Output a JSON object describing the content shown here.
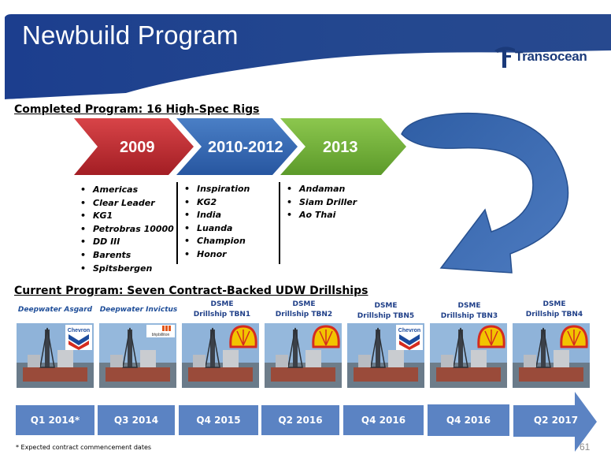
{
  "header": {
    "title": "Newbuild Program",
    "logo_text": "Transocean",
    "logo_icon": "transocean-t-icon"
  },
  "completed": {
    "section_title": "Completed Program: 16 High-Spec Rigs",
    "phases": [
      {
        "label": "2009",
        "color": "#c0272d",
        "rigs": [
          "Americas",
          "Clear Leader",
          "KG1",
          "Petrobras 10000",
          "DD III",
          "Barents",
          "Spitsbergen"
        ]
      },
      {
        "label": "2010-2012",
        "color": "#2f67b3",
        "rigs": [
          "Inspiration",
          "KG2",
          "India",
          "Luanda",
          "Champion",
          "Honor"
        ]
      },
      {
        "label": "2013",
        "color": "#6fae37",
        "rigs": [
          "Andaman",
          "Siam Driller",
          "Ao Thai"
        ]
      }
    ]
  },
  "current": {
    "section_title": "Current Program: Seven Contract-Backed UDW Drillships",
    "ships": [
      {
        "label_lines": [
          "Deepwater Asgard"
        ],
        "style": "italic",
        "client": "Chevron",
        "client_icon": "chevron-logo-icon",
        "quarter": "Q1 2014*"
      },
      {
        "label_lines": [
          "Deepwater Invictus"
        ],
        "style": "italic",
        "client": "bhpbilliton",
        "client_icon": "bhp-billiton-logo-icon",
        "quarter": "Q3 2014"
      },
      {
        "label_lines": [
          "DSME",
          "Drillship TBN1"
        ],
        "style": "dsme",
        "client": "Shell",
        "client_icon": "shell-logo-icon",
        "quarter": "Q4 2015"
      },
      {
        "label_lines": [
          "DSME",
          "Drillship TBN2"
        ],
        "style": "dsme",
        "client": "Shell",
        "client_icon": "shell-logo-icon",
        "quarter": "Q2 2016"
      },
      {
        "label_lines": [
          "DSME",
          "Drillship TBN5"
        ],
        "style": "dsme",
        "client": "Chevron",
        "client_icon": "chevron-logo-icon",
        "quarter": "Q4 2016"
      },
      {
        "label_lines": [
          "DSME",
          "Drillship TBN3"
        ],
        "style": "dsme",
        "client": "Shell",
        "client_icon": "shell-logo-icon",
        "quarter": "Q4 2016"
      },
      {
        "label_lines": [
          "DSME",
          "Drillship TBN4"
        ],
        "style": "dsme",
        "client": "Shell",
        "client_icon": "shell-logo-icon",
        "quarter": "Q2 2017"
      }
    ]
  },
  "footnote": "* Expected contract commencement dates",
  "page_number": "61",
  "colors": {
    "header_blue": "#1d3f8f",
    "timeline_blue": "#5b83c3",
    "arrow_blue": "#3a68ad"
  }
}
